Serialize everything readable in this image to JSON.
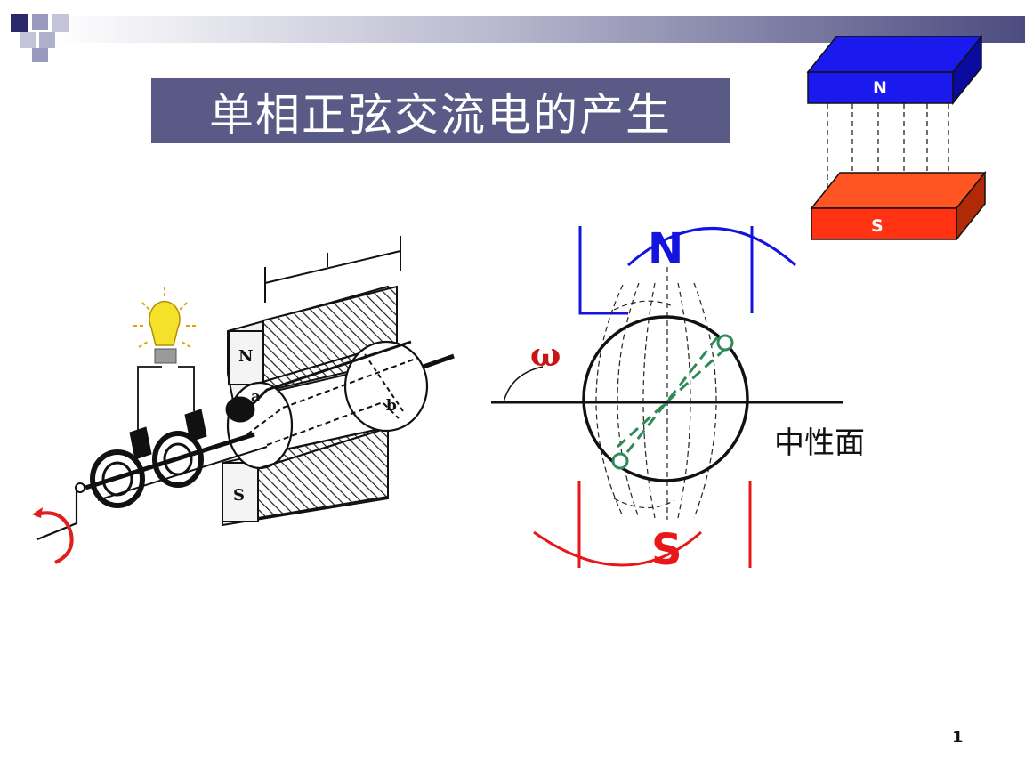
{
  "slide": {
    "title": "单相正弦交流电的产生",
    "page_number": "1"
  },
  "magnet": {
    "north_label": "N",
    "south_label": "S",
    "north_color": "#1a1aee",
    "south_color": "#ff5522"
  },
  "rotation_diagram": {
    "north_label": "N",
    "south_label": "S",
    "angular_velocity_symbol": "ω",
    "neutral_plane_label": "中性面",
    "north_color": "#1414e0",
    "south_color": "#e81818",
    "coil_color": "#2e8b57"
  },
  "generator_illustration": {
    "north_pole_label": "N",
    "south_pole_label": "S",
    "coil_side_a_label": "a",
    "coil_side_b_label": "b",
    "bulb_color": "#f5e02a",
    "crank_arrow_color": "#e02020"
  },
  "decor": {
    "corner_icon": "corner-squares-decor",
    "title_bar_color": "#5a5a86"
  }
}
